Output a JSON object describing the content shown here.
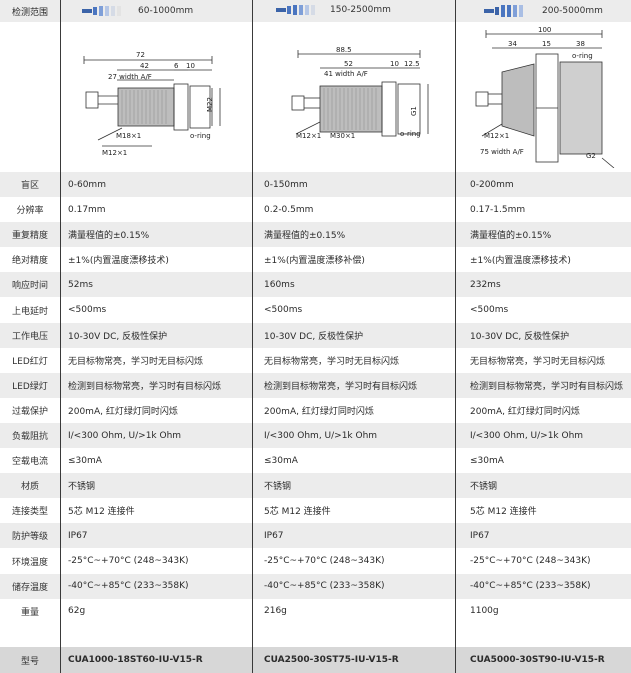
{
  "header": {
    "label": "检测范围",
    "ranges": [
      "60-1000mm",
      "150-2500mm",
      "200-5000mm"
    ]
  },
  "drawings": {
    "d1": {
      "total": "72",
      "d42": "42",
      "d6": "6",
      "d10": "10",
      "width": "27 width A/F",
      "thread": "M18×1",
      "connector": "M12×1",
      "dia": "M22",
      "oring": "o-ring"
    },
    "d2": {
      "total": "88.5",
      "d52": "52",
      "d10": "10",
      "d125": "12.5",
      "width": "41 width A/F",
      "thread": "M30×1",
      "connector": "M12×1",
      "dia": "G1",
      "oring": "o-ring"
    },
    "d3": {
      "total": "100",
      "d34": "34",
      "d15": "15",
      "d38": "38",
      "width": "75 width A/F",
      "thread": "G2",
      "connector": "M12×1",
      "oring": "o-ring"
    }
  },
  "rows": [
    {
      "label": "盲区",
      "v": [
        "0-60mm",
        "0-150mm",
        "0-200mm"
      ]
    },
    {
      "label": "分辨率",
      "v": [
        "0.17mm",
        "0.2-0.5mm",
        "0.17-1.5mm"
      ]
    },
    {
      "label": "重复精度",
      "v": [
        "满量程值的±0.15%",
        "满量程值的±0.15%",
        "满量程值的±0.15%"
      ]
    },
    {
      "label": "绝对精度",
      "v": [
        "±1%(内置温度漂移技术)",
        "±1%(内置温度漂移补偿)",
        "±1%(内置温度漂移技术)"
      ]
    },
    {
      "label": "响应时间",
      "v": [
        "52ms",
        "160ms",
        "232ms"
      ]
    },
    {
      "label": "上电延时",
      "v": [
        "<500ms",
        "<500ms",
        "<500ms"
      ]
    },
    {
      "label": "工作电压",
      "v": [
        "10-30V DC, 反极性保护",
        "10-30V DC, 反极性保护",
        "10-30V DC, 反极性保护"
      ]
    },
    {
      "label": "LED红灯",
      "v": [
        "无目标物常亮，学习时无目标闪烁",
        "无目标物常亮，学习时无目标闪烁",
        "无目标物常亮，学习时无目标闪烁"
      ]
    },
    {
      "label": "LED绿灯",
      "v": [
        "检测到目标物常亮，学习时有目标闪烁",
        "检测到目标物常亮，学习时有目标闪烁",
        "检测到目标物常亮，学习时有目标闪烁"
      ]
    },
    {
      "label": "过载保护",
      "v": [
        "200mA, 红灯绿灯同时闪烁",
        "200mA, 红灯绿灯同时闪烁",
        "200mA, 红灯绿灯同时闪烁"
      ]
    },
    {
      "label": "负载阻抗",
      "v": [
        "I/<300 Ohm, U/>1k Ohm",
        "I/<300 Ohm, U/>1k Ohm",
        "I/<300 Ohm, U/>1k Ohm"
      ]
    },
    {
      "label": "空载电流",
      "v": [
        "≤30mA",
        "≤30mA",
        "≤30mA"
      ]
    },
    {
      "label": "材质",
      "v": [
        "不锈钢",
        "不锈钢",
        "不锈钢"
      ]
    },
    {
      "label": "连接类型",
      "v": [
        "5芯 M12 连接件",
        "5芯 M12 连接件",
        "5芯 M12 连接件"
      ]
    },
    {
      "label": "防护等级",
      "v": [
        "IP67",
        "IP67",
        "IP67"
      ]
    },
    {
      "label": "环境温度",
      "v": [
        "-25°C~+70°C (248~343K)",
        "-25°C~+70°C (248~343K)",
        "-25°C~+70°C (248~343K)"
      ]
    },
    {
      "label": "储存温度",
      "v": [
        "-40°C~+85°C (233~358K)",
        "-40°C~+85°C (233~358K)",
        "-40°C~+85°C (233~358K)"
      ]
    },
    {
      "label": "重量",
      "v": [
        "62g",
        "216g",
        "1100g"
      ]
    }
  ],
  "model": {
    "label": "型号",
    "v": [
      "CUA1000-18ST60-IU-V15-R",
      "CUA2500-30ST75-IU-V15-R",
      "CUA5000-30ST90-IU-V15-R"
    ]
  }
}
